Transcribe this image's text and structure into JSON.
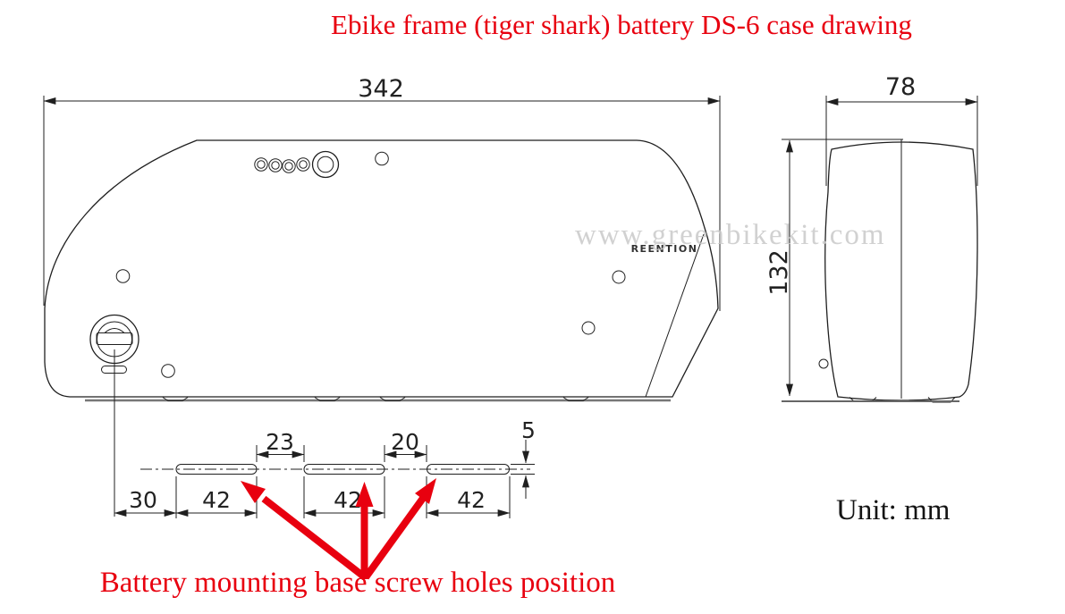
{
  "title": "Ebike frame (tiger shark) battery DS-6 case drawing",
  "caption": "Battery mounting base screw holes position",
  "unit_label": "Unit: mm",
  "watermark": "www.greenbikekit.com",
  "brand_logo": "REENTION",
  "colors": {
    "red": "#e8000f",
    "line": "#1f1f1f",
    "gray": "#c9c9c9"
  },
  "dims": {
    "overall_length": "342",
    "case_width": "78",
    "case_height": "132",
    "lock_to_slot1": "30",
    "slot_gap_1": "23",
    "slot_gap_2": "20",
    "slot_height": "5",
    "slot_lengths": [
      "42",
      "42",
      "42"
    ]
  }
}
